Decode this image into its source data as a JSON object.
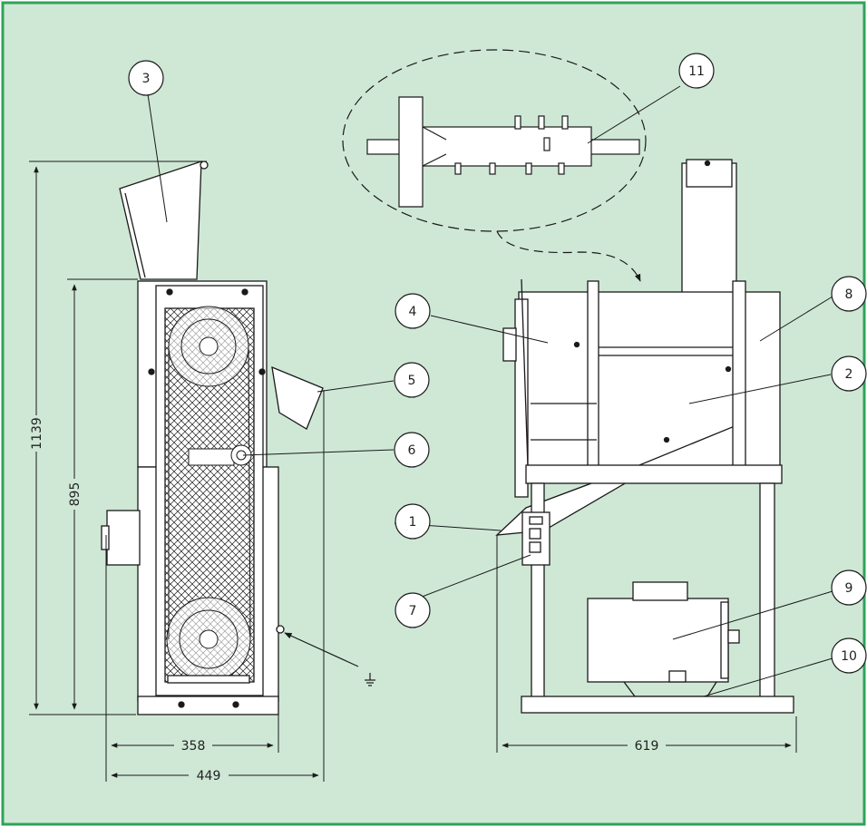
{
  "colors": {
    "background": "#cfe8d6",
    "frame": "#2fa35a",
    "line": "#1a1a1a"
  },
  "callouts": [
    {
      "id": "c1",
      "label": "1"
    },
    {
      "id": "c2",
      "label": "2"
    },
    {
      "id": "c3",
      "label": "3"
    },
    {
      "id": "c4",
      "label": "4"
    },
    {
      "id": "c5",
      "label": "5"
    },
    {
      "id": "c6",
      "label": "6"
    },
    {
      "id": "c7",
      "label": "7"
    },
    {
      "id": "c8",
      "label": "8"
    },
    {
      "id": "c9",
      "label": "9"
    },
    {
      "id": "c10",
      "label": "10"
    },
    {
      "id": "c11",
      "label": "11"
    }
  ],
  "dimensions": {
    "height_total": "1139",
    "height_body": "895",
    "width_body": "358",
    "width_total": "449",
    "width_side": "619"
  },
  "icons": {
    "ground": "ground-symbol-icon"
  }
}
